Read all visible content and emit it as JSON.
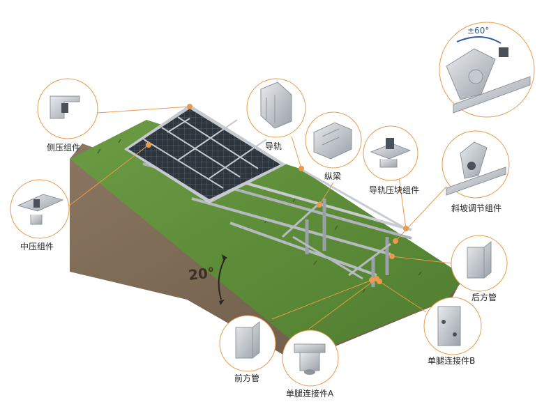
{
  "slope_angle": "20°",
  "rotation_range": "±60°",
  "colors": {
    "accent_line": "#e99a4b",
    "grass": "#5f8f3a",
    "soil": "#7d6a55",
    "panel": "#2b3138",
    "frame": "#b9bec4"
  },
  "callouts": {
    "side_clamp": "侧压组件",
    "middle_clamp": "中压组件",
    "rail": "导轨",
    "longitudinal_beam": "纵梁",
    "rail_clamp": "导轨压块组件",
    "slope_adjuster": "斜坡调节组件",
    "rear_tube": "后方管",
    "front_tube": "前方管",
    "single_leg_connector_a": "单腿连接件A",
    "single_leg_connector_b": "单腿连接件B"
  }
}
